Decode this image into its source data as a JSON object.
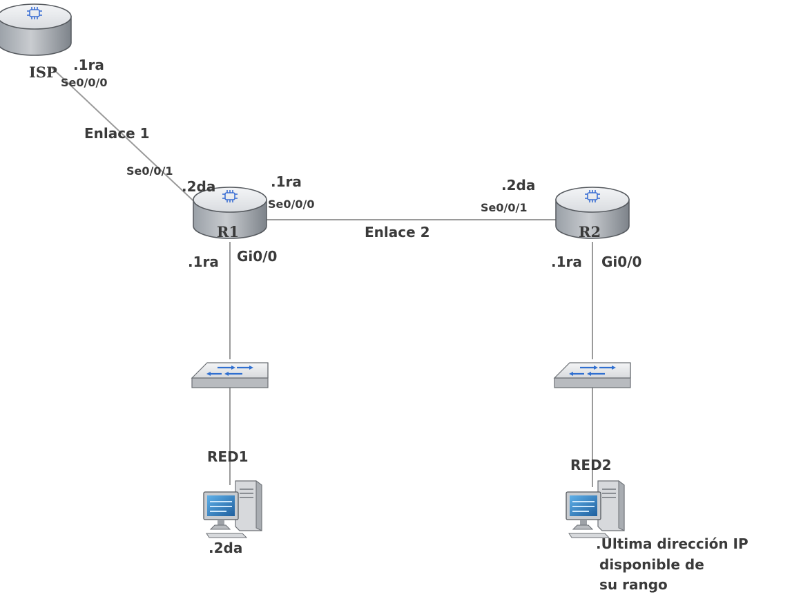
{
  "devices": {
    "isp": {
      "label": "ISP",
      "icon": "router-icon"
    },
    "r1": {
      "label": "R1",
      "icon": "router-icon"
    },
    "r2": {
      "label": "R2",
      "icon": "router-icon"
    },
    "sw1": {
      "icon": "switch-icon"
    },
    "sw2": {
      "icon": "switch-icon"
    },
    "pc1": {
      "icon": "desktop-pc-icon",
      "address": ".2da"
    },
    "pc2": {
      "icon": "desktop-pc-icon",
      "address_lines": [
        ".Ultima dirección IP",
        "disponible de",
        "su rango"
      ]
    }
  },
  "links": {
    "enlace1": {
      "label": "Enlace 1",
      "isp_iface": "Se0/0/0",
      "isp_addr": ".1ra",
      "r1_iface": "Se0/0/1",
      "r1_addr": ".2da"
    },
    "enlace2": {
      "label": "Enlace 2",
      "r1_iface": "Se0/0/0",
      "r1_addr": ".1ra",
      "r2_iface": "Se0/0/1",
      "r2_addr": ".2da"
    },
    "lan1": {
      "label": "RED1",
      "r1_iface": "Gi0/0",
      "r1_addr": ".1ra"
    },
    "lan2": {
      "label": "RED2",
      "r2_iface": "Gi0/0",
      "r2_addr": ".1ra"
    }
  },
  "colors": {
    "router_body": "#8d9299",
    "router_top": "#e9ebee",
    "router_logo": "#3b6fd4",
    "link": "#9a9a9a",
    "text": "#3a3a3a",
    "switch_body": "#d6d8db",
    "switch_arrows": "#2f6fd0",
    "pc_screen": "#2e7fc1"
  }
}
